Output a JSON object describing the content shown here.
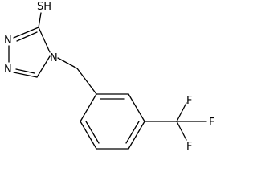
{
  "molecule": {
    "atoms": {
      "sh": "SH",
      "n1": "N",
      "n2": "N",
      "n4": "N",
      "f1": "F",
      "f2": "F",
      "f3": "F"
    }
  }
}
